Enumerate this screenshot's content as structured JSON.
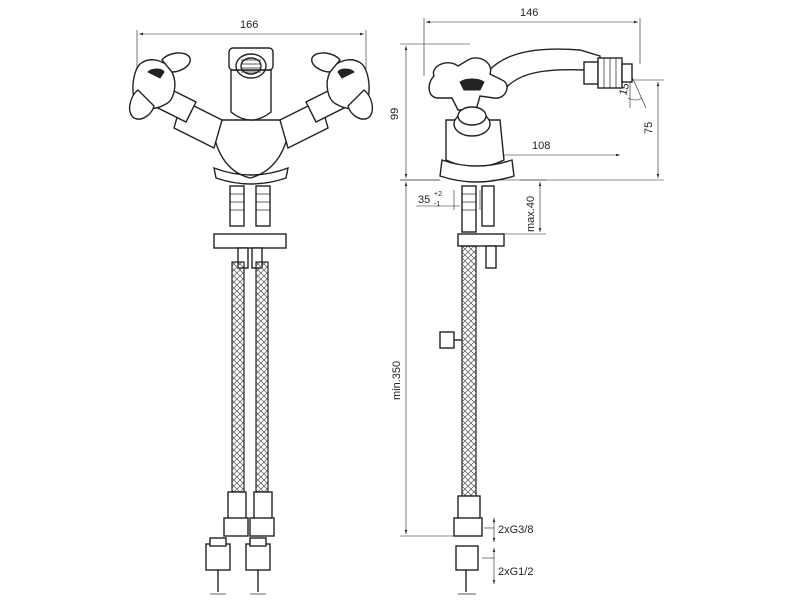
{
  "drawing": {
    "front_view": {
      "width_label": "166"
    },
    "side_view": {
      "depth_label": "146",
      "spout_reach_label": "108",
      "height_label": "99",
      "spout_height_label": "75",
      "spout_angle_label": "15°",
      "hole_diameter_label": "35",
      "hole_tolerance_plus": "+2",
      "hole_tolerance_minus": "-1",
      "deck_thickness_label": "max.40",
      "hose_length_label": "min.350",
      "hose_thread_label": "2xG3/8",
      "supply_thread_label": "2xG1/2"
    }
  }
}
